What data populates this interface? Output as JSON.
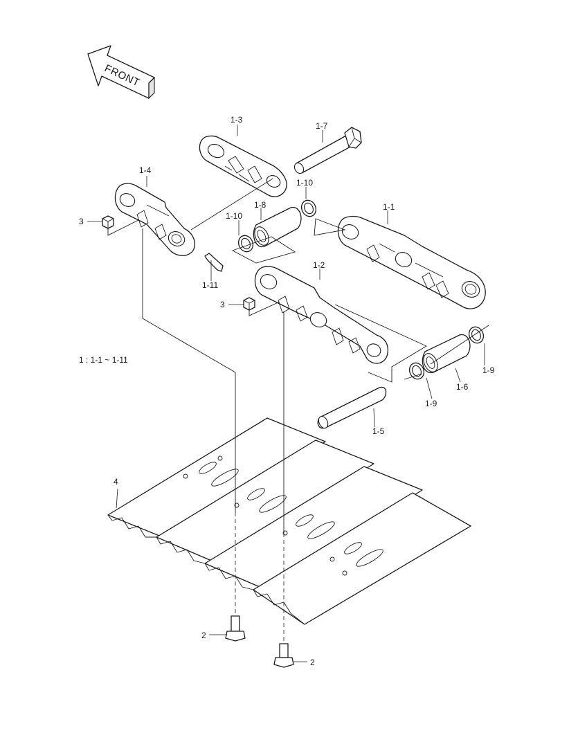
{
  "diagram": {
    "direction_label": "FRONT",
    "assembly_note": "1 : 1-1 ~ 1-11",
    "callouts": {
      "c_1_1": "1-1",
      "c_1_2": "1-2",
      "c_1_3": "1-3",
      "c_1_4": "1-4",
      "c_1_5": "1-5",
      "c_1_6": "1-6",
      "c_1_7": "1-7",
      "c_1_8": "1-8",
      "c_1_9a": "1-9",
      "c_1_9b": "1-9",
      "c_1_10a": "1-10",
      "c_1_10b": "1-10",
      "c_1_11": "1-11",
      "c_2a": "2",
      "c_2b": "2",
      "c_3a": "3",
      "c_3b": "3",
      "c_4": "4"
    }
  }
}
